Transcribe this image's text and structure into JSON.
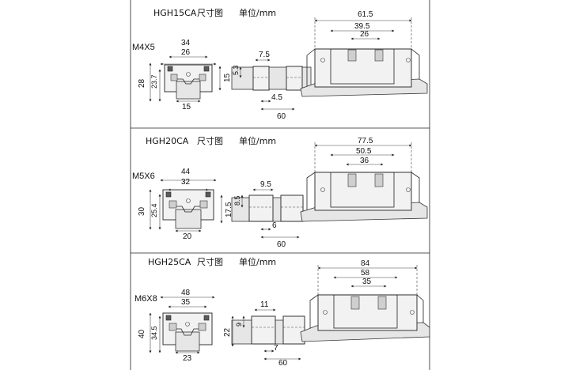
{
  "sections": [
    {
      "model": "HGH15CA",
      "title_cn": "尺寸图",
      "unit": "单位/mm",
      "front": {
        "thread": "M4X5",
        "width": "34",
        "hole_pitch": "26",
        "height": "28",
        "inner_height": "23.7",
        "rail_width": "15"
      },
      "side": {
        "top_width": "7.5",
        "height": "15",
        "upper": "5.3",
        "bottom": "4.5",
        "pitch": "60"
      },
      "plan": {
        "length": "61.5",
        "inner": "39.5",
        "hole_spacing": "26"
      }
    },
    {
      "model": "HGH20CA",
      "title_cn": "尺寸图",
      "unit": "单位/mm",
      "front": {
        "thread": "M5X6",
        "width": "44",
        "hole_pitch": "32",
        "height": "30",
        "inner_height": "25.4",
        "rail_width": "20"
      },
      "side": {
        "top_width": "9.5",
        "height": "17.5",
        "upper": "8.5",
        "bottom": "6",
        "pitch": "60"
      },
      "plan": {
        "length": "77.5",
        "inner": "50.5",
        "hole_spacing": "36"
      }
    },
    {
      "model": "HGH25CA",
      "title_cn": "尺寸图",
      "unit": "单位/mm",
      "front": {
        "thread": "M6X8",
        "width": "48",
        "hole_pitch": "35",
        "height": "40",
        "inner_height": "34.5",
        "rail_width": "23"
      },
      "side": {
        "top_width": "11",
        "height": "22",
        "upper": "9",
        "bottom": "7",
        "pitch": "60"
      },
      "plan": {
        "length": "84",
        "inner": "58",
        "hole_spacing": "35"
      }
    }
  ]
}
